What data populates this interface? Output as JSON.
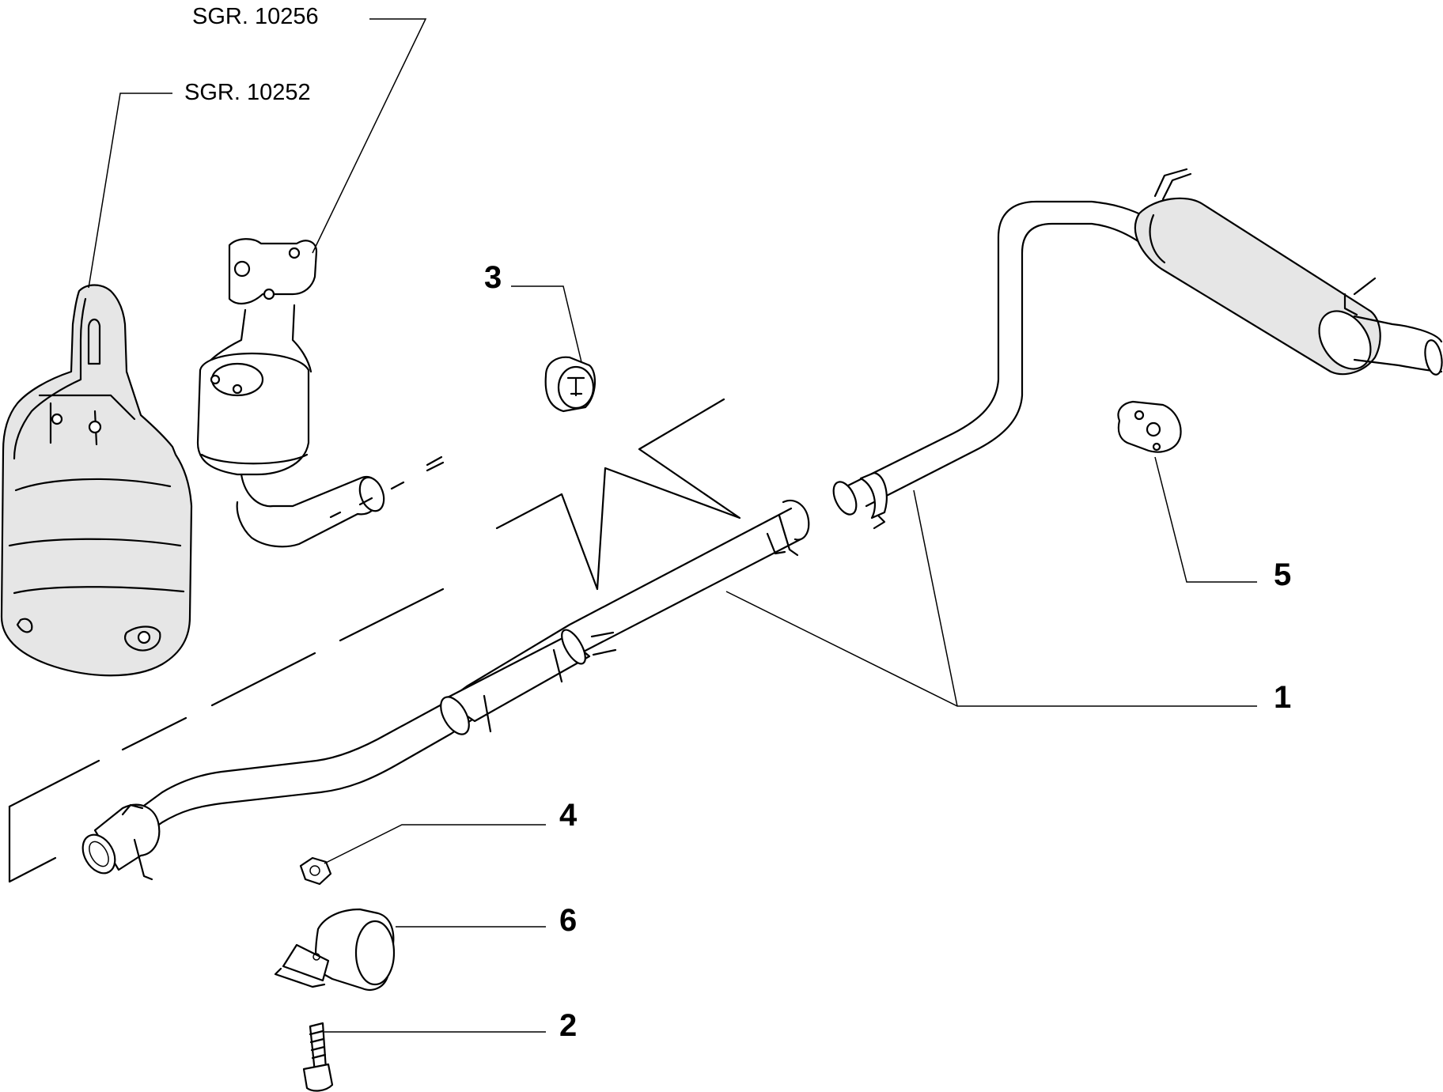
{
  "diagram": {
    "references": [
      {
        "id": "sgr-10256",
        "text": "SGR. 10256"
      },
      {
        "id": "sgr-10252",
        "text": "SGR. 10252"
      }
    ],
    "callouts": [
      {
        "id": "part-1",
        "text": "1"
      },
      {
        "id": "part-2",
        "text": "2"
      },
      {
        "id": "part-3",
        "text": "3"
      },
      {
        "id": "part-4",
        "text": "4"
      },
      {
        "id": "part-5",
        "text": "5"
      },
      {
        "id": "part-6",
        "text": "6"
      }
    ]
  }
}
